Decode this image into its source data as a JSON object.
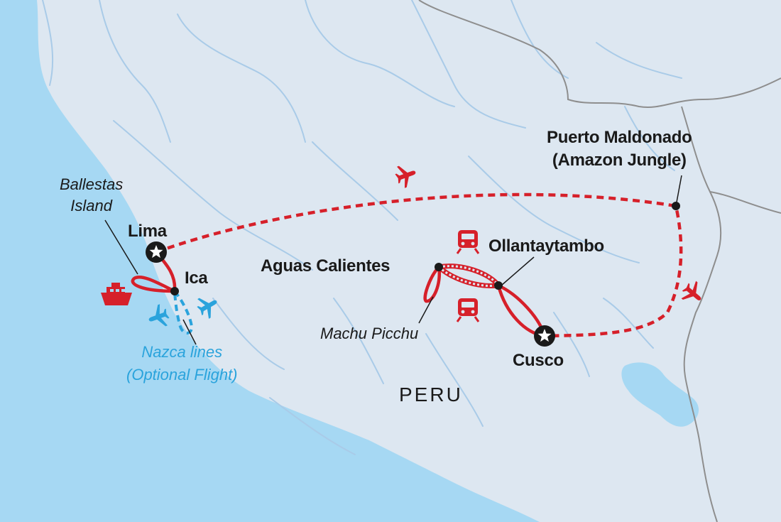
{
  "country": "PERU",
  "places": {
    "lima": "Lima",
    "ica": "Ica",
    "cusco": "Cusco",
    "aguas": "Aguas Calientes",
    "ollantay": "Ollantaytambo",
    "puerto_line1": "Puerto Maldonado",
    "puerto_line2": "(Amazon Jungle)"
  },
  "side_trips": {
    "ballestas_line1": "Ballestas",
    "ballestas_line2": "Island",
    "machu": "Machu Picchu",
    "nazca_line1": "Nazca lines",
    "nazca_line2": "(Optional Flight)"
  },
  "icons": [
    "plane-icon",
    "train-icon",
    "boat-icon",
    "star-marker-icon"
  ],
  "colors": {
    "route": "#d6202a",
    "optional": "#2aa3dc",
    "ocean": "#a6d8f3",
    "land": "#dde7f1",
    "river": "#a9cbe8",
    "border": "#8e8e8e"
  }
}
